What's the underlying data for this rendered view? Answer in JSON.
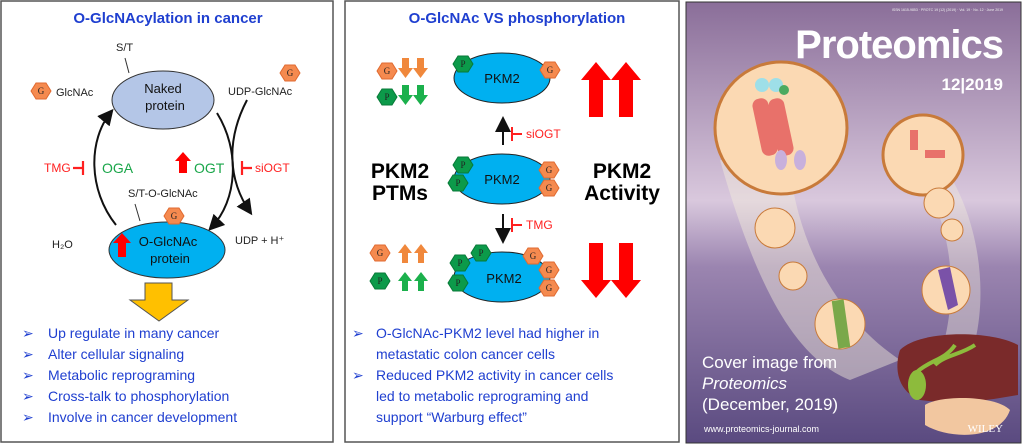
{
  "panel1": {
    "title": "O-GlcNAcylation in cancer",
    "st": "S/T",
    "glcnac": "GlcNAc",
    "udp_glcnac": "UDP-GlcNAc",
    "naked1": "Naked",
    "naked2": "protein",
    "tmg": "TMG",
    "oga": "OGA",
    "ogt": "OGT",
    "siogt": "siOGT",
    "st_oglcnac": "S/T-O-GlcNAc",
    "ogp1": "O-GlcNAc",
    "ogp2": "protein",
    "h2o": "H₂O",
    "udp_h": "UDP + H⁺",
    "g": "G",
    "bullets": [
      "Up regulate in many cancer",
      "Alter cellular signaling",
      "Metabolic reprograming",
      "Cross-talk to phosphorylation",
      "Involve in cancer development"
    ]
  },
  "panel2": {
    "title": "O-GlcNAc VS phosphorylation",
    "pkm2": "PKM2",
    "g": "G",
    "p": "P",
    "siogt": "siOGT",
    "tmg": "TMG",
    "ptms1": "PKM2",
    "ptms2": "PTMs",
    "act1": "PKM2",
    "act2": "Activity",
    "bullets": [
      [
        "O-GlcNAc-PKM2 level had higher in",
        "metastatic colon cancer cells"
      ],
      [
        "Reduced PKM2 activity in cancer cells",
        "led to metabolic reprograming and",
        "support “Warburg  effect”"
      ]
    ]
  },
  "cover": {
    "issn": "ISSN 1615-9853 · PROTC 19 (12) (2019) · Vol. 19 · No. 12 · June 2019",
    "journal": "Proteomics",
    "issue": "12|2019",
    "caption1": "Cover image from",
    "caption2": "Proteomics",
    "caption3": "(December,  2019)",
    "url": "www.proteomics-journal.com",
    "publisher": "WILEY"
  },
  "colors": {
    "title_blue": "#1f3fd0",
    "inhibit_red": "#ff2020",
    "green": "#1aa64a",
    "orange": "#f58a4f",
    "cyan": "#00b0f0"
  }
}
